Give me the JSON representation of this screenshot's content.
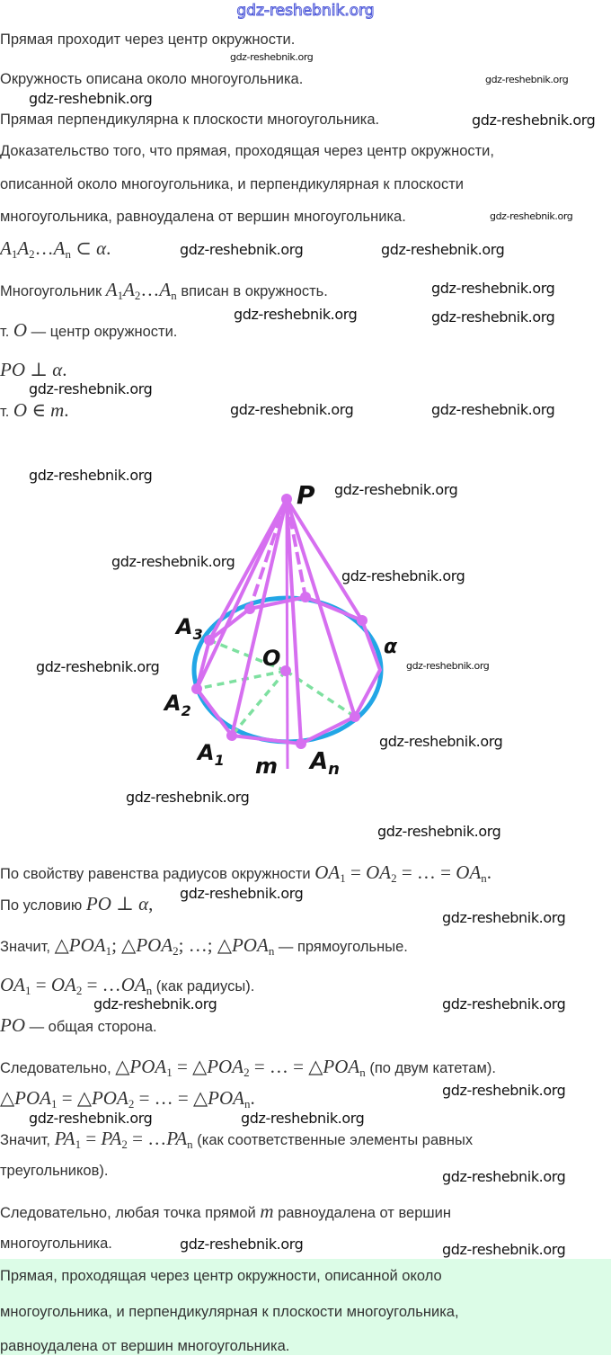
{
  "header": {
    "site": "gdz-reshebnik.org"
  },
  "given_lines": [
    [
      [
        "t",
        "Прямая проходит через центр окружности."
      ]
    ],
    [
      [
        "t",
        "Окружность описана около многоугольника."
      ]
    ],
    [
      [
        "t",
        "Прямая перпендикулярна к плоскости многоугольника."
      ]
    ],
    [
      [
        "t",
        "Доказательство того, что прямая, проходящая через центр окружности,"
      ]
    ],
    [
      [
        "t",
        "описанной около многоугольника, и перпендикулярная к плоскости"
      ]
    ],
    [
      [
        "t",
        "многоугольника, равноудалена от вершин многоугольника."
      ]
    ],
    [
      [
        "m",
        "A",
        "1"
      ],
      [
        "m",
        "A",
        "2"
      ],
      [
        "r",
        "…"
      ],
      [
        "m",
        "A",
        "n"
      ],
      [
        "r",
        " ⊂ "
      ],
      [
        "m",
        "α"
      ],
      [
        "r",
        "."
      ]
    ],
    [
      [
        "t",
        "Многоугольник "
      ],
      [
        "m",
        "A",
        "1"
      ],
      [
        "m",
        "A",
        "2"
      ],
      [
        "r",
        "…"
      ],
      [
        "m",
        "A",
        "n"
      ],
      [
        "t",
        " вписан в окружность."
      ]
    ],
    [
      [
        "t",
        "т. "
      ],
      [
        "m",
        "O"
      ],
      [
        "t",
        " — центр окружности."
      ]
    ],
    [
      [
        "m",
        "PO"
      ],
      [
        "r",
        " ⊥ "
      ],
      [
        "m",
        "α"
      ],
      [
        "r",
        "."
      ]
    ],
    [
      [
        "t",
        "т. "
      ],
      [
        "m",
        "O"
      ],
      [
        "r",
        " ∈ "
      ],
      [
        "m",
        "m"
      ],
      [
        "r",
        "."
      ]
    ]
  ],
  "figure": {
    "labels": {
      "P": "P",
      "A3": "A",
      "A3_sub": "3",
      "A2": "A",
      "A2_sub": "2",
      "A1": "A",
      "A1_sub": "1",
      "An": "A",
      "An_sub": "n",
      "O": "O",
      "m": "m",
      "alpha": "α"
    },
    "colors": {
      "plane": "#22a6e6",
      "pyramid": "#d66ff0",
      "radii": "#7ee0a0"
    }
  },
  "proof_lines": [
    [
      [
        "t",
        "По свойству равенства радиусов окружности "
      ],
      [
        "m",
        "OA",
        "1"
      ],
      [
        "r",
        " = "
      ],
      [
        "m",
        "OA",
        "2"
      ],
      [
        "r",
        " = … = "
      ],
      [
        "m",
        "OA",
        "n"
      ],
      [
        "r",
        "."
      ]
    ],
    [
      [
        "t",
        "По условию "
      ],
      [
        "m",
        "PO"
      ],
      [
        "r",
        " ⊥ "
      ],
      [
        "m",
        "α"
      ],
      [
        "r",
        ","
      ]
    ],
    [
      [
        "t",
        "Значит, "
      ],
      [
        "r",
        "△"
      ],
      [
        "m",
        "POA",
        "1"
      ],
      [
        "r",
        "; △"
      ],
      [
        "m",
        "POA",
        "2"
      ],
      [
        "r",
        "; …; △"
      ],
      [
        "m",
        "POA",
        "n"
      ],
      [
        "t",
        " — прямоугольные."
      ]
    ],
    [
      [
        "m",
        "OA",
        "1"
      ],
      [
        "r",
        " = "
      ],
      [
        "m",
        "OA",
        "2"
      ],
      [
        "r",
        " = …"
      ],
      [
        "m",
        "OA",
        "n"
      ],
      [
        "t",
        " (как радиусы)."
      ]
    ],
    [
      [
        "m",
        "PO"
      ],
      [
        "t",
        " — общая сторона."
      ]
    ],
    [
      [
        "t",
        "Следовательно, "
      ],
      [
        "r",
        "△"
      ],
      [
        "m",
        "POA",
        "1"
      ],
      [
        "r",
        " = △"
      ],
      [
        "m",
        "POA",
        "2"
      ],
      [
        "r",
        " = … = △"
      ],
      [
        "m",
        "POA",
        "n"
      ],
      [
        "t",
        " (по двум катетам)."
      ]
    ],
    [
      [
        "r",
        "△"
      ],
      [
        "m",
        "POA",
        "1"
      ],
      [
        "r",
        " = △"
      ],
      [
        "m",
        "POA",
        "2"
      ],
      [
        "r",
        " = … = △"
      ],
      [
        "m",
        "POA",
        "n"
      ],
      [
        "r",
        "."
      ]
    ],
    [
      [
        "t",
        "Значит, "
      ],
      [
        "m",
        "PA",
        "1"
      ],
      [
        "r",
        " = "
      ],
      [
        "m",
        "PA",
        "2"
      ],
      [
        "r",
        " = …"
      ],
      [
        "m",
        "PA",
        "n"
      ],
      [
        "t",
        " (как соответственные элементы равных"
      ]
    ],
    [
      [
        "t",
        "треугольников)."
      ]
    ],
    [
      [
        "t",
        "Следовательно, любая точка прямой "
      ],
      [
        "m",
        "m"
      ],
      [
        "t",
        " равноудалена от вершин"
      ]
    ],
    [
      [
        "t",
        "многоугольника."
      ]
    ]
  ],
  "answer_lines": [
    [
      [
        "t",
        "Прямая, проходящая через центр окружности, описанной около"
      ]
    ],
    [
      [
        "t",
        "многоугольника, и перпендикулярная к плоскости многоугольника,"
      ]
    ],
    [
      [
        "t",
        "равноудалена от вершин многоугольника."
      ]
    ]
  ],
  "watermarks": [
    "gdz-reshebnik.org",
    "gdz-reshebnik.org",
    "gdz-reshebnik.org",
    "gdz-reshebnik.org",
    "gdz-reshebnik.org",
    "gdz-reshebnik.org",
    "gdz-reshebnik.org",
    "gdz-reshebnik.org",
    "gdz-reshebnik.org",
    "gdz-reshebnik.org",
    "gdz-reshebnik.org",
    "gdz-reshebnik.org",
    "gdz-reshebnik.org",
    "gdz-reshebnik.org",
    "gdz-reshebnik.org",
    "gdz-reshebnik.org",
    "gdz-reshebnik.org",
    "gdz-reshebnik.org",
    "gdz-reshebnik.org",
    "gdz-reshebnik.org",
    "gdz-reshebnik.org",
    "gdz-reshebnik.org",
    "gdz-reshebnik.org",
    "gdz-reshebnik.org",
    "gdz-reshebnik.org",
    "gdz-reshebnik.org",
    "gdz-reshebnik.org",
    "gdz-reshebnik.org",
    "gdz-reshebnik.org",
    "gdz-reshebnik.org",
    "gdz-reshebnik.org",
    "gdz-reshebnik.org"
  ]
}
